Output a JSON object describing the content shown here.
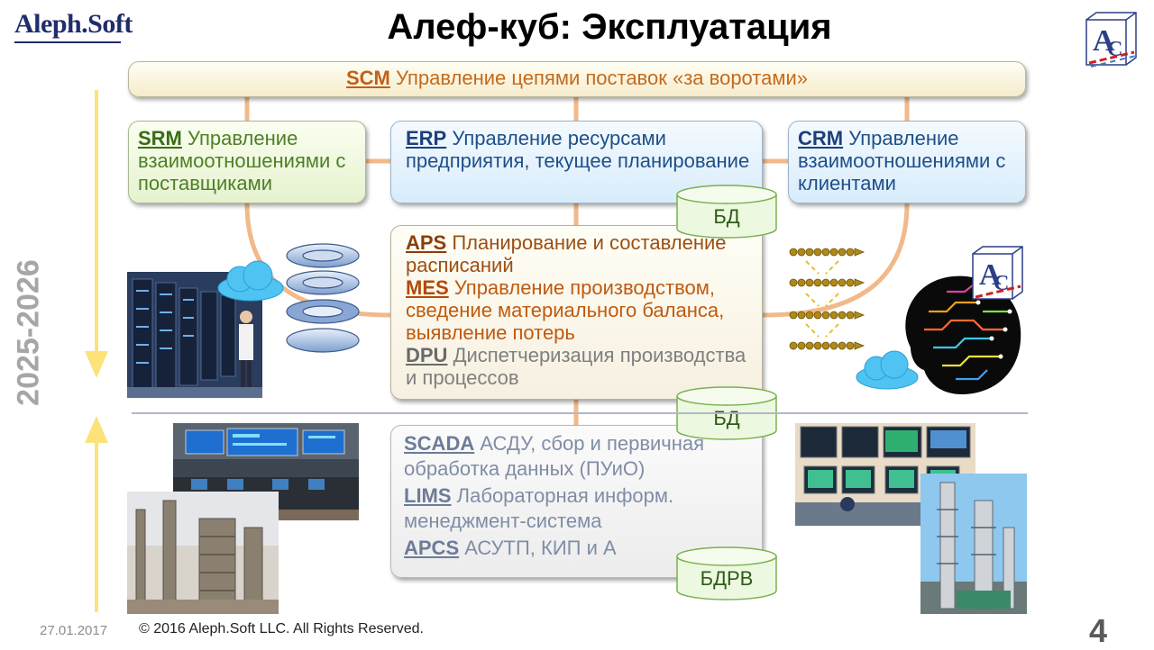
{
  "header": {
    "logo": "Aleph.Soft",
    "title": "Алеф-куб: Эксплуатация"
  },
  "scm": {
    "abbr": "SCM",
    "text": " Управление цепями поставок «за воротами»"
  },
  "srm": {
    "abbr": "SRM",
    "text": " Управление взаимоотношениями с поставщиками"
  },
  "erp": {
    "abbr": "ERP",
    "text": " Управление ресурсами предприятия, текущее планирование"
  },
  "crm": {
    "abbr": "CRM",
    "text": " Управление взаимоотношениями с клиентами"
  },
  "mes_box": {
    "aps_abbr": "APS",
    "aps_text": " Планирование и составление расписаний",
    "mes_abbr": "MES",
    "mes_text": " Управление производством, сведение материального баланса, выявление потерь",
    "dpu_abbr": "DPU",
    "dpu_text": " Диспетчеризация производства и процессов"
  },
  "scada_box": {
    "scada_abbr": "SCADA",
    "scada_text": " АСДУ, сбор и первичная обработка данных (ПУиО)",
    "lims_abbr": "LIMS",
    "lims_text": " Лабораторная информ. менеджмент-система",
    "apcs_abbr": "APCS",
    "apcs_text": " АСУТП, КИП и А"
  },
  "databases": {
    "db1": "БД",
    "db2": "БД",
    "db3": "БДРВ"
  },
  "side": {
    "years": "2025-2026"
  },
  "footer": {
    "date": "27.01.2017",
    "copyright": "© 2016 Aleph.Soft LLC. All Rights Reserved.",
    "page": "4"
  },
  "colors": {
    "connector": "#f2b98a",
    "arrow": "#fde27a",
    "scm": "#c46a1c",
    "srm": "#4f7f25",
    "erp": "#1f4f8a",
    "db_border": "#7ab050",
    "db_fill": "#ecf8df"
  }
}
